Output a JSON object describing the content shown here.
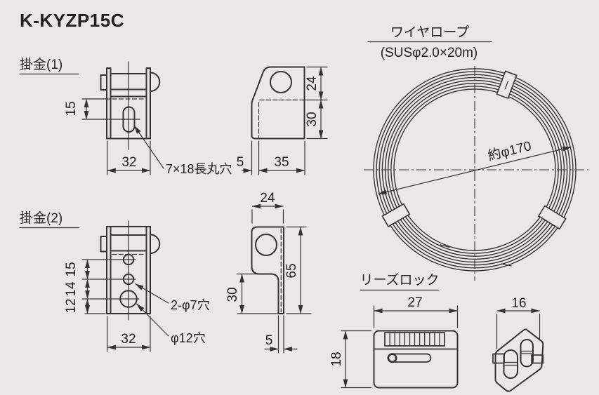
{
  "colors": {
    "background": "#e9e8e4",
    "line": "#363230",
    "text": "#232020"
  },
  "title": "K-KYZP15C",
  "sections": {
    "kakegane1": {
      "label": "掛金(1)",
      "front": {
        "hole_offset": "15",
        "width": "32",
        "hole_note": "7×18長丸穴"
      },
      "side": {
        "top_height": "24",
        "bottom_height": "30",
        "thickness": "5",
        "depth": "35"
      }
    },
    "kakegane2": {
      "label": "掛金(2)",
      "front": {
        "pitch_top": "15",
        "pitch_mid": "14",
        "pitch_bottom": "12",
        "width": "32",
        "small_holes_note": "2-φ7穴",
        "large_hole_note": "φ12穴"
      },
      "side": {
        "top_width": "24",
        "height": "65",
        "leg_height": "30",
        "thickness": "5"
      }
    },
    "wire_rope": {
      "label": "ワイヤロープ",
      "spec": "(SUSφ2.0×20m)",
      "coil_diameter": "約φ170"
    },
    "leads_lock": {
      "label": "リーズロック",
      "front": {
        "width": "27",
        "height": "18"
      },
      "side": {
        "width": "16"
      }
    }
  }
}
